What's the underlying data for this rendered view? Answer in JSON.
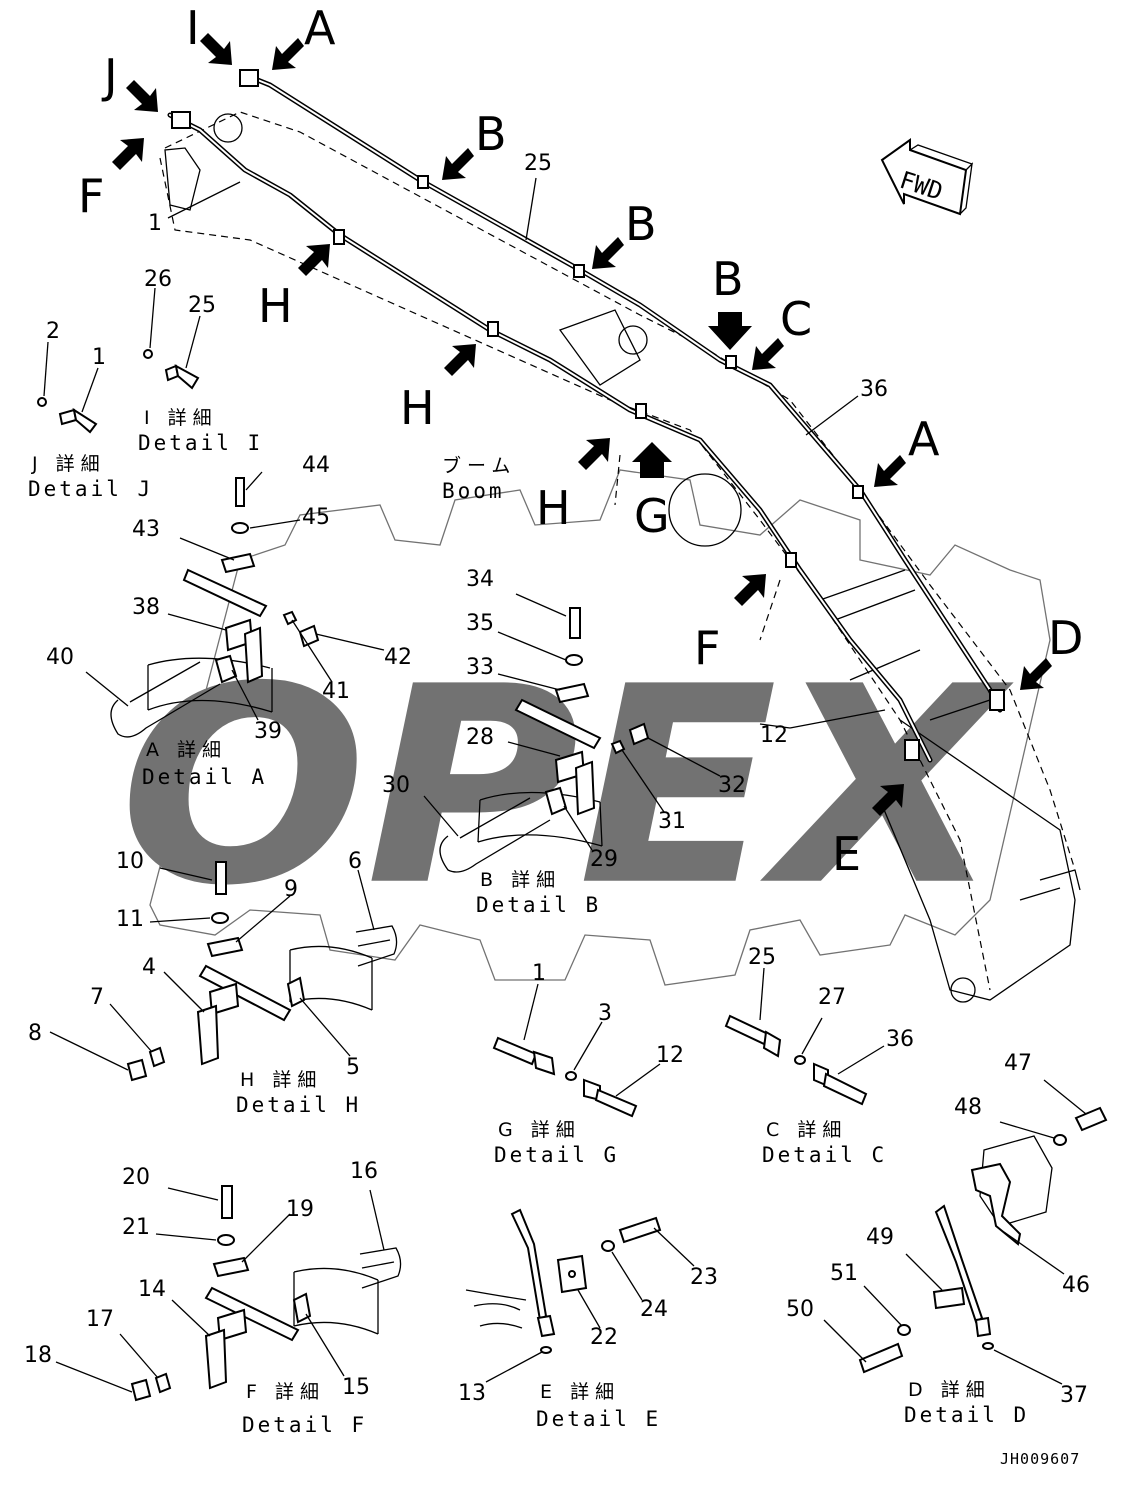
{
  "labels": {
    "view_letters": {
      "I": "I",
      "A_top": "A",
      "J": "J",
      "F_top": "F",
      "B1": "B",
      "B2": "B",
      "B3": "B",
      "C": "C",
      "H1": "H",
      "H2": "H",
      "H3": "H",
      "G": "G",
      "A_right": "A",
      "F_mid": "F",
      "D": "D",
      "E": "E"
    },
    "fwd": "FWD",
    "boom_jp": "ブーム",
    "boom_en": "Boom",
    "watermark": "OPEX",
    "drawing_code": "JH009607",
    "detail_jp": "詳細",
    "details": {
      "J": "Detail J",
      "I": "Detail I",
      "A": "Detail A",
      "B": "Detail B",
      "H": "Detail H",
      "G": "Detail G",
      "C": "Detail C",
      "F": "Detail F",
      "E": "Detail E",
      "D": "Detail D"
    },
    "detail_letters": {
      "J": "J",
      "I": "I",
      "A": "A",
      "B": "B",
      "H": "H",
      "G": "G",
      "C": "C",
      "F": "F",
      "E": "E",
      "D": "D"
    },
    "parts": {
      "p1_main": "1",
      "p25_main": "25",
      "p36_main": "36",
      "p12_main": "12",
      "p2": "2",
      "p1_j": "1",
      "p26": "26",
      "p25_i": "25",
      "p44": "44",
      "p45": "45",
      "p43": "43",
      "p38": "38",
      "p42": "42",
      "p40": "40",
      "p41": "41",
      "p39": "39",
      "p34": "34",
      "p35": "35",
      "p33": "33",
      "p28": "28",
      "p32": "32",
      "p30": "30",
      "p31": "31",
      "p29": "29",
      "p10": "10",
      "p6": "6",
      "p9": "9",
      "p11": "11",
      "p4": "4",
      "p7": "7",
      "p8": "8",
      "p5": "5",
      "p1_g": "1",
      "p3": "3",
      "p12_g": "12",
      "p25_c": "25",
      "p27": "27",
      "p36_c": "36",
      "p47": "47",
      "p48": "48",
      "p46": "46",
      "p20": "20",
      "p16": "16",
      "p19": "19",
      "p21": "21",
      "p14": "14",
      "p17": "17",
      "p18": "18",
      "p15": "15",
      "p23": "23",
      "p24": "24",
      "p22": "22",
      "p13": "13",
      "p49": "49",
      "p51": "51",
      "p50": "50",
      "p37": "37"
    }
  }
}
